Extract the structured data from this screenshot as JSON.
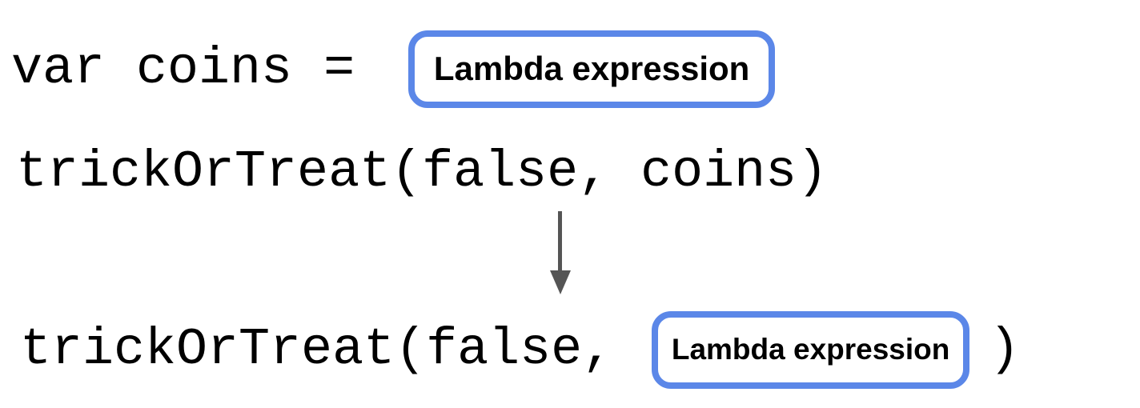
{
  "diagram": {
    "line1_code": "var coins =",
    "line1_box_label": "Lambda expression",
    "line2_code": "trickOrTreat(false, coins)",
    "arrow_icon": "down-arrow",
    "line3_code_before": "trickOrTreat(false,",
    "line3_box_label": "Lambda expression",
    "line3_code_after": ")"
  },
  "colors": {
    "box_border": "#5b87e8",
    "box_fill": "#ffffff",
    "arrow": "#555555",
    "code_text": "#000000",
    "label_text": "#000000",
    "background": "#ffffff"
  }
}
